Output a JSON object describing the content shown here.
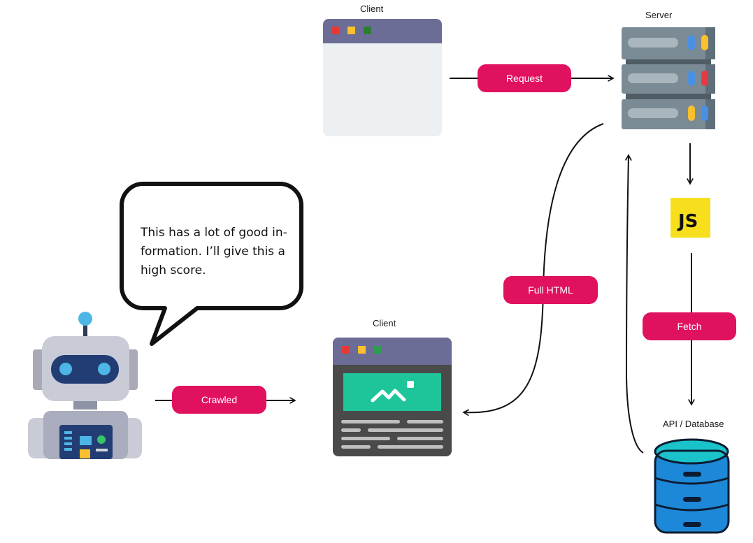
{
  "labels": {
    "client_top": "Client",
    "client_bottom": "Client",
    "server": "Server",
    "api_database": "API / Database"
  },
  "pills": {
    "request": "Request",
    "full_html": "Full HTML",
    "fetch": "Fetch",
    "crawled": "Crawled"
  },
  "speech_bubble": {
    "text": "This has a lot of good in-formation. I’ll give this a high score."
  },
  "js_badge": {
    "text": "JS"
  },
  "colors": {
    "pill": "#e0115f",
    "js_yellow": "#f7df1e",
    "browser_bar": "#6b6d96",
    "server": "#7b8b95",
    "database": "#1e88d8",
    "database_top": "#19c3c9",
    "image_panel": "#1ec59b"
  },
  "icons": [
    "browser-window-icon",
    "server-rack-icon",
    "javascript-icon",
    "database-icon",
    "robot-icon",
    "webpage-icon"
  ]
}
